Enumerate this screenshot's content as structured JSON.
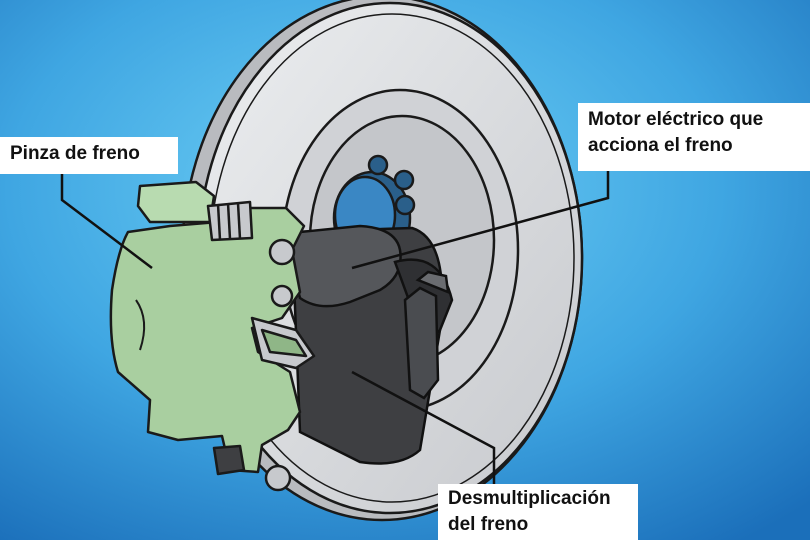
{
  "labels": {
    "caliper": "Pinza de freno",
    "motor_line1": "Motor eléctrico que",
    "motor_line2": "acciona el freno",
    "reduction_line1": "Desmultiplicación",
    "reduction_line2": "del freno"
  },
  "colors": {
    "background_center": "#5ec6ef",
    "background_edge": "#1d7cc4",
    "disc": "#d9dbdf",
    "caliper_green": "#a9cfa0",
    "motor_dark": "#3e3f42",
    "label_bg": "#ffffff",
    "outline": "#1a1a1a"
  }
}
